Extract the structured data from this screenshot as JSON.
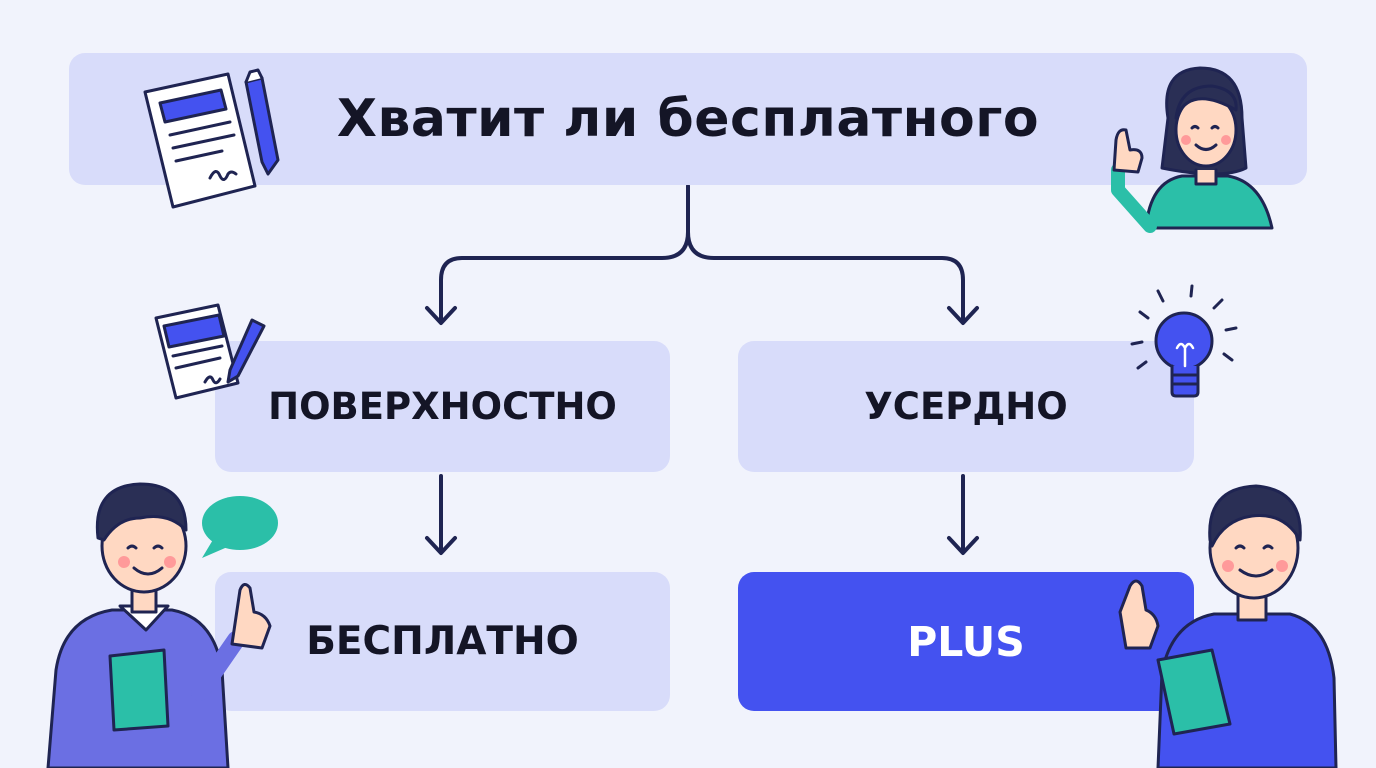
{
  "title": "Хватит ли бесплатного",
  "branches": {
    "left_condition": "ПОВЕРХНОСТНО",
    "right_condition": "УСЕРДНО",
    "left_result": "БЕСПЛАТНО",
    "right_result": "PLUS"
  },
  "colors": {
    "background": "#f1f3fc",
    "box": "#d8dcfa",
    "accent": "#4452f0",
    "arrow": "#1f2452",
    "teal": "#2bbfa8"
  },
  "icons": [
    "document-pen-icon",
    "lightbulb-icon",
    "speech-bubble-icon"
  ],
  "people": [
    "girl-pointing",
    "boy-with-book",
    "man-with-tablet"
  ]
}
